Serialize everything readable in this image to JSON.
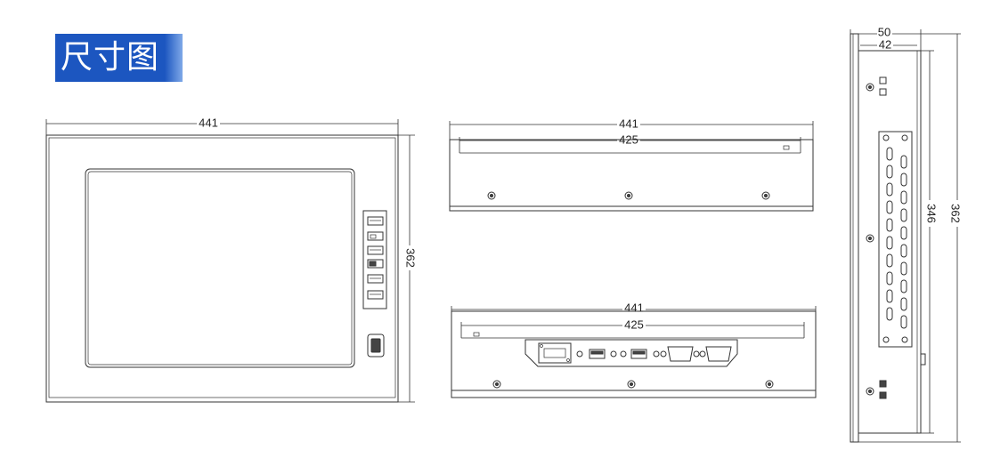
{
  "title": "尺寸图",
  "views": {
    "front": {
      "width_label": "441",
      "height_label": "362"
    },
    "top": {
      "outer_width_label": "441",
      "inner_width_label": "425"
    },
    "bottom": {
      "outer_width_label": "441",
      "inner_width_label": "425"
    },
    "side": {
      "depth_label": "50",
      "inner_depth_label": "42",
      "inner_height_label": "346",
      "outer_height_label": "362"
    }
  },
  "colors": {
    "title_bg": "#1c56c0",
    "title_text": "#ffffff",
    "line": "#333333"
  }
}
